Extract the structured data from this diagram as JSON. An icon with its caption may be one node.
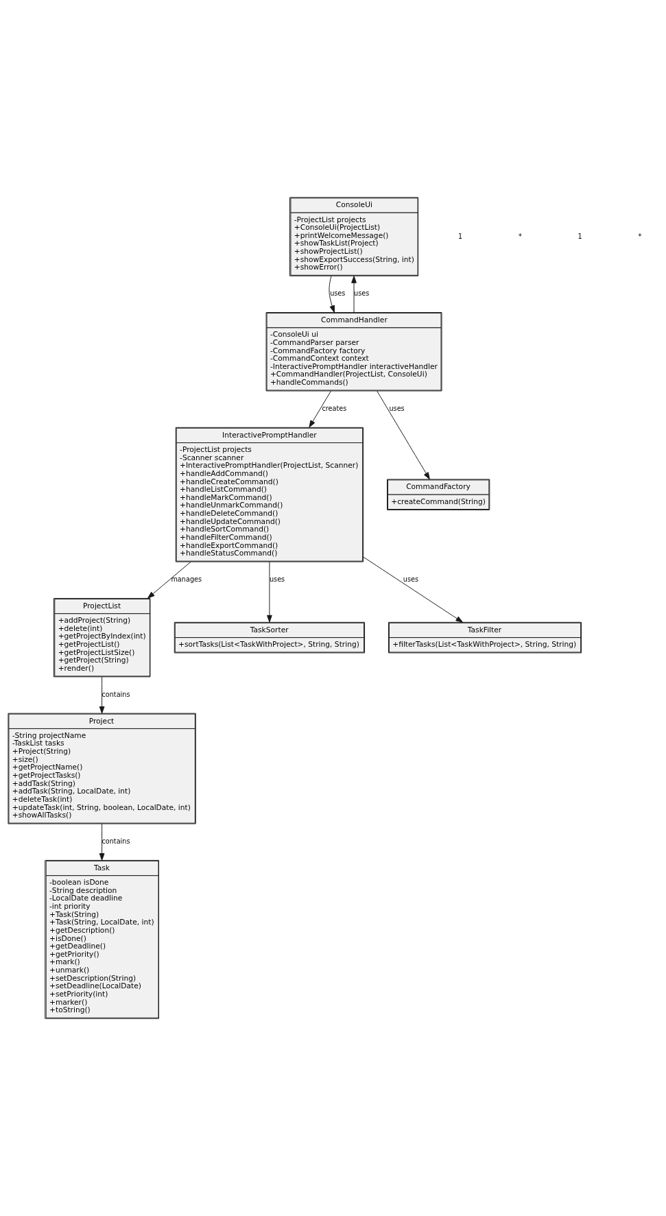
{
  "diagram": {
    "nodes": [
      {
        "text": [
          "ConsoleUi",
          "-ProjectList projects",
          "+ConsoleUi(ProjectList)",
          "+printWelcomeMessage()",
          "+showTaskList(Project)",
          "+showProjectList()",
          "+showExportSuccess(String, int)",
          "+showError()"
        ]
      },
      {
        "text": [
          "CommandHandler",
          "-ConsoleUi ui",
          "-CommandParser parser",
          "-CommandFactory factory",
          "-CommandContext context",
          "-InteractivePromptHandler interactiveHandler",
          "+CommandHandler(ProjectList, ConsoleUi)",
          "+handleCommands()"
        ]
      },
      {
        "text": [
          "InteractivePromptHandler",
          "-ProjectList projects",
          "-Scanner scanner",
          "+InteractivePromptHandler(ProjectList, Scanner)",
          "+handleAddCommand()",
          "+handleCreateCommand()",
          "+handleListCommand()",
          "+handleMarkCommand()",
          "+handleUnmarkCommand()",
          "+handleDeleteCommand()",
          "+handleUpdateCommand()",
          "+handleSortCommand()",
          "+handleFilterCommand()",
          "+handleExportCommand()",
          "+handleStatusCommand()"
        ]
      },
      {
        "text": [
          "CommandFactory",
          "+createCommand(String)"
        ]
      },
      {
        "text": [
          "ProjectList",
          "+addProject(String)",
          "+delete(int)",
          "+getProjectByIndex(int)",
          "+getProjectList()",
          "+getProjectListSize()",
          "+getProject(String)",
          "+render()"
        ]
      },
      {
        "text": [
          "TaskSorter",
          "+sortTasks(List<TaskWithProject>, String, String)"
        ]
      },
      {
        "text": [
          "TaskFilter",
          "+filterTasks(List<TaskWithProject>, String, String)"
        ]
      },
      {
        "text": [
          "Project",
          "-String projectName",
          "-TaskList tasks",
          "+Project(String)",
          "+size()",
          "+getProjectName()",
          "+getProjectTasks()",
          "+addTask(String)",
          "+addTask(String, LocalDate, int)",
          "+deleteTask(int)",
          "+updateTask(int, String, boolean, LocalDate, int)",
          "+showAllTasks()"
        ]
      },
      {
        "text": [
          "Task",
          "-boolean isDone",
          "-String description",
          "-LocalDate deadline",
          "-int priority",
          "+Task(String)",
          "+Task(String, LocalDate, int)",
          "+getDescription()",
          "+isDone()",
          "+getDeadline()",
          "+getPriority()",
          "+mark()",
          "+unmark()",
          "+setDescription(String)",
          "+setDeadline(LocalDate)",
          "+setPriority(int)",
          "+marker()",
          "+toString()"
        ]
      }
    ],
    "edges": [
      {
        "from": 0,
        "to": 1,
        "arrow": "to",
        "label": "uses"
      },
      {
        "from": 1,
        "to": 0,
        "arrow": "to",
        "label": "uses"
      },
      {
        "from": 1,
        "to": 2,
        "arrow": "to",
        "label": "creates"
      },
      {
        "from": 1,
        "to": 3,
        "arrow": "to",
        "label": "uses"
      },
      {
        "from": 2,
        "to": 4,
        "arrow": "to",
        "label": "manages"
      },
      {
        "from": 2,
        "to": 5,
        "arrow": "to",
        "label": "uses"
      },
      {
        "from": 2,
        "to": 6,
        "arrow": "to",
        "label": "uses"
      },
      {
        "from": 4,
        "to": 7,
        "arrow": "to",
        "label": "contains"
      },
      {
        "from": 7,
        "to": 8,
        "arrow": "to",
        "label": "contains"
      }
    ],
    "labels": [
      "1",
      "*",
      "1",
      "*"
    ]
  }
}
